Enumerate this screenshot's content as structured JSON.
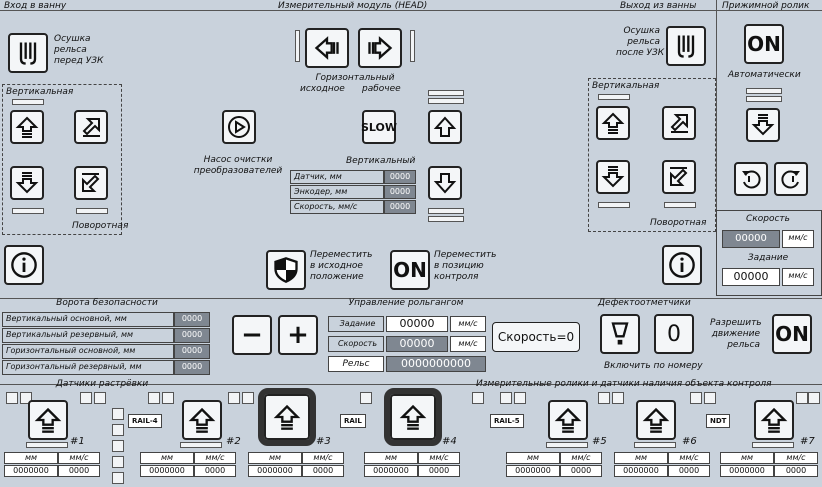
{
  "sections": {
    "entry": "Вход в ванну",
    "module": "Измерительный модуль (HEAD)",
    "exit": "Выход из ванны",
    "pressure_roller": "Прижимной ролик",
    "vertical_left": "Вертикальная",
    "rotary_left": "Поворотная",
    "vertical_right": "Вертикальная",
    "rotary_right": "Поворотная",
    "safety_gate": "Ворота безопасности",
    "rollgang": "Управление рольгангом",
    "defectoscopes": "Дефектоотметчики",
    "scan_sensors": "Датчики растрёвки",
    "measure_rollers": "Измерительные ролики и датчики наличия объекта контроля"
  },
  "entry_drain": {
    "line1": "Осушка",
    "line2": "рельса",
    "line3": "перед УЗК"
  },
  "exit_drain": {
    "line1": "Осушка",
    "line2": "рельса",
    "line3": "после УЗК"
  },
  "horizontal": {
    "line1": "Горизонтальный",
    "left": "исходное",
    "right": "рабочее"
  },
  "slow_label": "SLOW",
  "vertical_label": "Вертикальный",
  "pump": {
    "line1": "Насос очистки",
    "line2": "преобразователей"
  },
  "head_table": [
    {
      "label": "Датчик, мм",
      "value": "0000"
    },
    {
      "label": "Энкодер, мм",
      "value": "0000"
    },
    {
      "label": "Скорость, мм/с",
      "value": "0000"
    }
  ],
  "move_home": {
    "line1": "Переместить",
    "line2": "в исходное",
    "line3": "положение"
  },
  "move_control": {
    "line1": "Переместить",
    "line2": "в позицию",
    "line3": "контроля"
  },
  "on_label": "ON",
  "auto_label": "Автоматически",
  "speed_panel": {
    "title": "Скорость",
    "value": "00000",
    "unit": "мм/с",
    "setpoint_title": "Задание",
    "setpoint_value": "00000",
    "setpoint_unit": "мм/с"
  },
  "safety_table": [
    {
      "label": "Вертикальный основной, мм",
      "value": "0000"
    },
    {
      "label": "Вертикальный резервный, мм",
      "value": "0000"
    },
    {
      "label": "Горизонтальный основной, мм",
      "value": "0000"
    },
    {
      "label": "Горизонтальный резервный, мм",
      "value": "0000"
    }
  ],
  "rollgang_ctrl": {
    "minus": "−",
    "plus": "+",
    "setpoint_label": "Задание",
    "setpoint_value": "00000",
    "setpoint_unit": "мм/с",
    "speed_label": "Скорость",
    "speed_value": "00000",
    "speed_unit": "мм/с",
    "rail_label": "Рельс",
    "rail_value": "0000000000",
    "speed_eq": "Скорость=0"
  },
  "defecto": {
    "zero": "0",
    "caption": "Включить по номеру"
  },
  "allow_move": {
    "line1": "Разрешить",
    "line2": "движение",
    "line3": "рельса"
  },
  "rail_tags": [
    "RAIL-4",
    "RAIL",
    "RAIL-5",
    "NDT"
  ],
  "sensors": [
    {
      "num": "#1",
      "mm": "0000000",
      "speed": "0000"
    },
    {
      "num": "#2",
      "mm": "0000000",
      "speed": "0000"
    },
    {
      "num": "#3",
      "mm": "0000000",
      "speed": "0000"
    },
    {
      "num": "#4",
      "mm": "0000000",
      "speed": "0000"
    },
    {
      "num": "#5",
      "mm": "0000000",
      "speed": "0000"
    },
    {
      "num": "#6",
      "mm": "0000000",
      "speed": "0000"
    },
    {
      "num": "#7",
      "mm": "0000000",
      "speed": "0000"
    }
  ],
  "sensor_units": {
    "mm": "мм",
    "speed": "мм/с"
  }
}
